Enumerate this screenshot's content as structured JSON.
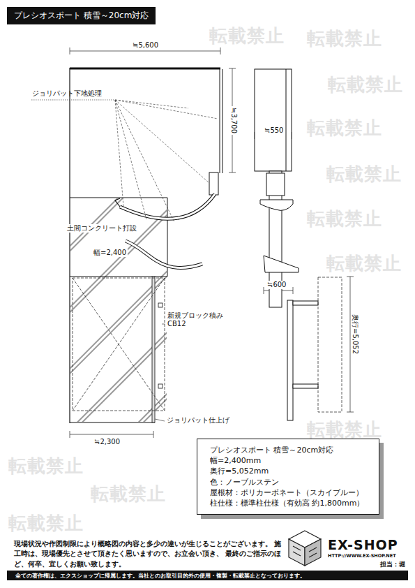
{
  "diagram": {
    "title": "プレシオスポート 積雪～20cm対応",
    "nodes": [
      {
        "text": [
          "プレシオスポート 積雪～20cm対応",
          "幅=2,400mm",
          "奥行=5,052mm",
          "色：ノーブルステン",
          "屋根材：ポリカーボネート（スカイブルー）",
          "柱仕様：標準柱仕様（有効高 約1,800mm）"
        ]
      }
    ],
    "labels": [
      "≒5,600",
      "ジョリパット下地処理",
      "≒3,700",
      "≒550",
      "土間コンクリート打設",
      "幅=2,400",
      "≒600",
      "新規ブロック積み",
      "CB12",
      "奥行=5,052",
      "ジョリパット仕上げ",
      "≒2,300",
      "現場状況や作図制限により概略図の内容と多少の違いが生じることがございます。 施工時は、現場優先とさせて頂きたく思いますので、お立会い頂き、 最終のご指示のほど、何卒、宜しくお願い致します。",
      "EX-SHOP",
      "HTTP://WWW.EX-SHOP.NET",
      "担当：堀",
      "全ての著作権は、エクスショップに帰属します。当社とのお取引目的外の使用・複製・転載禁止となっております。",
      "転載禁止",
      "転載禁止",
      "転載禁止",
      "転載禁止",
      "転載禁止",
      "転載禁止",
      "転載禁止",
      "転載禁止",
      "転載禁止",
      "転載禁止",
      "転載禁止"
    ]
  }
}
